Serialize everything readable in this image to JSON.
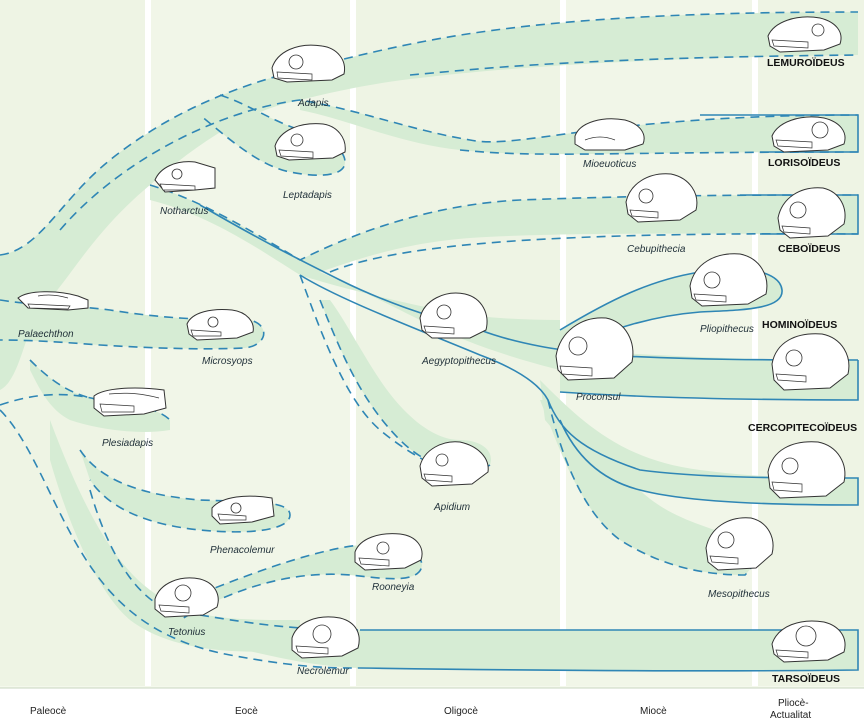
{
  "colors": {
    "background": "#f4f8ec",
    "band_fill": "#d6ecd4",
    "lineage_line": "#2f86b5",
    "era_divider": "#ffffff",
    "skull_fill": "#ffffff",
    "skull_stroke": "#333333"
  },
  "eras": [
    "Paleocè",
    "Eocè",
    "Oligocè",
    "Miocè",
    "Pliocè-\nActualitat"
  ],
  "era_lines": [
    "Pliocè-",
    "Actualitat"
  ],
  "species": [
    {
      "key": "palaechthon",
      "name": "Palaechthon"
    },
    {
      "key": "notharctus",
      "name": "Notharctus"
    },
    {
      "key": "adapis",
      "name": "Adapis"
    },
    {
      "key": "leptadapis",
      "name": "Leptadapis"
    },
    {
      "key": "microsyops",
      "name": "Microsyops"
    },
    {
      "key": "plesiadapis",
      "name": "Plesiadapis"
    },
    {
      "key": "phenacolemur",
      "name": "Phenacolemur"
    },
    {
      "key": "tetonius",
      "name": "Tetonius"
    },
    {
      "key": "necrolemur",
      "name": "Necrolemur"
    },
    {
      "key": "rooneyia",
      "name": "Rooneyia"
    },
    {
      "key": "aegyptopithecus",
      "name": "Aegyptopithecus"
    },
    {
      "key": "apidium",
      "name": "Apidium"
    },
    {
      "key": "mioeuoticus",
      "name": "Mioeuoticus"
    },
    {
      "key": "cebupithecia",
      "name": "Cebupithecia"
    },
    {
      "key": "pliopithecus",
      "name": "Pliopithecus"
    },
    {
      "key": "proconsul",
      "name": "Proconsul"
    },
    {
      "key": "mesopithecus",
      "name": "Mesopithecus"
    }
  ],
  "groups": [
    "LEMUROÏDEUS",
    "LORISOÏDEUS",
    "CEBOÏDEUS",
    "HOMINOÏDEUS",
    "CERCOPITECOÏDEUS",
    "TARSOÏDEUS"
  ],
  "skulls": [
    {
      "key": "palaechthon",
      "icon": "palaechthon-skull-icon"
    },
    {
      "key": "notharctus",
      "icon": "notharctus-skull-icon"
    },
    {
      "key": "adapis",
      "icon": "adapis-skull-icon"
    },
    {
      "key": "leptadapis",
      "icon": "leptadapis-skull-icon"
    },
    {
      "key": "microsyops",
      "icon": "microsyops-skull-icon"
    },
    {
      "key": "plesiadapis",
      "icon": "plesiadapis-skull-icon"
    },
    {
      "key": "phenacolemur",
      "icon": "phenacolemur-skull-icon"
    },
    {
      "key": "tetonius",
      "icon": "tetonius-skull-icon"
    },
    {
      "key": "necrolemur",
      "icon": "necrolemur-skull-icon"
    },
    {
      "key": "rooneyia",
      "icon": "rooneyia-skull-icon"
    },
    {
      "key": "aegyptopithecus",
      "icon": "aegyptopithecus-skull-icon"
    },
    {
      "key": "apidium",
      "icon": "apidium-skull-icon"
    },
    {
      "key": "mioeuoticus",
      "icon": "mioeuoticus-skull-icon"
    },
    {
      "key": "cebupithecia",
      "icon": "cebupithecia-skull-icon"
    },
    {
      "key": "pliopithecus",
      "icon": "pliopithecus-skull-icon"
    },
    {
      "key": "proconsul",
      "icon": "proconsul-skull-icon"
    },
    {
      "key": "mesopithecus",
      "icon": "mesopithecus-skull-icon"
    },
    {
      "key": "lemuroideus",
      "icon": "lemur-skull-icon"
    },
    {
      "key": "lorisoideus",
      "icon": "loris-skull-icon"
    },
    {
      "key": "ceboideus",
      "icon": "cebid-skull-icon"
    },
    {
      "key": "hominoideus",
      "icon": "hominoid-skull-icon"
    },
    {
      "key": "cercopitecoideus",
      "icon": "cercopithecoid-skull-icon"
    },
    {
      "key": "tarsoideus",
      "icon": "tarsier-skull-icon"
    }
  ]
}
